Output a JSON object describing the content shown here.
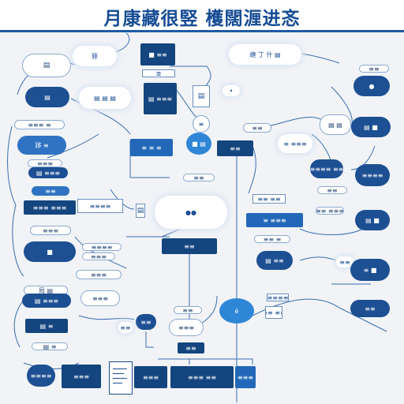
{
  "title": "月康藏很竪  檴闊湹进忞",
  "nodes": {
    "n1": "▤",
    "n2": "豩",
    "n3": "■ ≡≡",
    "n4": "≣",
    "n5": "缠 丁 什 ▤",
    "n6": "●",
    "n7": "▤ ▤ ▤",
    "n8": "▤ ≡≡≡",
    "n9": "▤",
    "n10": "•",
    "n11": "≡≡≡ ≡",
    "n12": "▤ ▤",
    "n13": "≡",
    "n14": "▤ ■",
    "n15": "跢 ≡",
    "n16": "≡ ≡ ≡",
    "n17": "■ ▤",
    "n18": "≡≡",
    "n19": "≡ ≡≡≡",
    "n20": "≡≡≡",
    "n21": "▤ ≡≡≡",
    "n22": "≡≡",
    "n23": "≡≡≡≡ ≡≡",
    "n24": "≡≡≡≡",
    "n25": "▤",
    "n26": "≡≡",
    "n27": "≡≡ ≡≡",
    "n28": "≡≡",
    "n29": "≡≡≡ ≡≡≡",
    "n30": "≡≡≡≡",
    "n31": "●●",
    "n32": "▤ ■",
    "n33": "≡ ≡≡≡",
    "n34": "≡≡≡",
    "n35": "■",
    "n36": "≡≡ ≡",
    "n37": "≡≡",
    "n38": "≡≡≡",
    "n39": "▤ ≡≡",
    "n40": "≡≡",
    "n41": "≡ ■",
    "n42": "≡≡≡",
    "n43": "局 ▤",
    "n44": "▤ ≡≡≡",
    "n45": "≡≡≡",
    "n46": "≡≡≡≡",
    "n47": "≡≡ ≡≡",
    "n48": "≡≡",
    "n49": "é",
    "n50": "▤ ≡",
    "n51": "≡≡",
    "n52": "≡≡≡",
    "n53": "▤ ≡",
    "n54": "≡≡",
    "n55": "≡≡≡≡",
    "n56": "≡≡≡",
    "n57": "≡≡≡",
    "n58": "≡≡≡ ≡≡",
    "n59": "≡≡≡",
    "n60": "≡≡",
    "n61": "▤",
    "n62": "≡≡",
    "n63": "≡≡ ≡≡≡",
    "n64": "≡≡",
    "n65": "≡≡≡≡"
  }
}
